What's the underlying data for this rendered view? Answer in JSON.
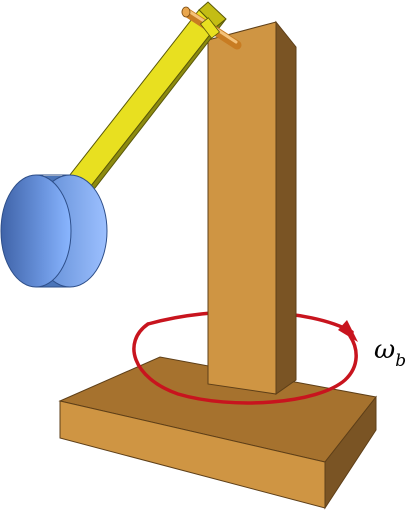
{
  "labels": {
    "angular_velocity_symbol": "ω",
    "angular_velocity_subscript": "b"
  },
  "colors": {
    "wood_front": "#cf9543",
    "wood_top": "#a6722e",
    "wood_side": "#7a5424",
    "rod_front": "#e8e020",
    "rod_side": "#8c8a10",
    "pivot_pin": "#e09a3a",
    "disk_face": "#6a9ae8",
    "disk_rim": "#4a74b8",
    "rotation_arrow": "#c8141e"
  },
  "icons": {
    "rotation_arrow": "curved-arrow-counterclockwise"
  }
}
